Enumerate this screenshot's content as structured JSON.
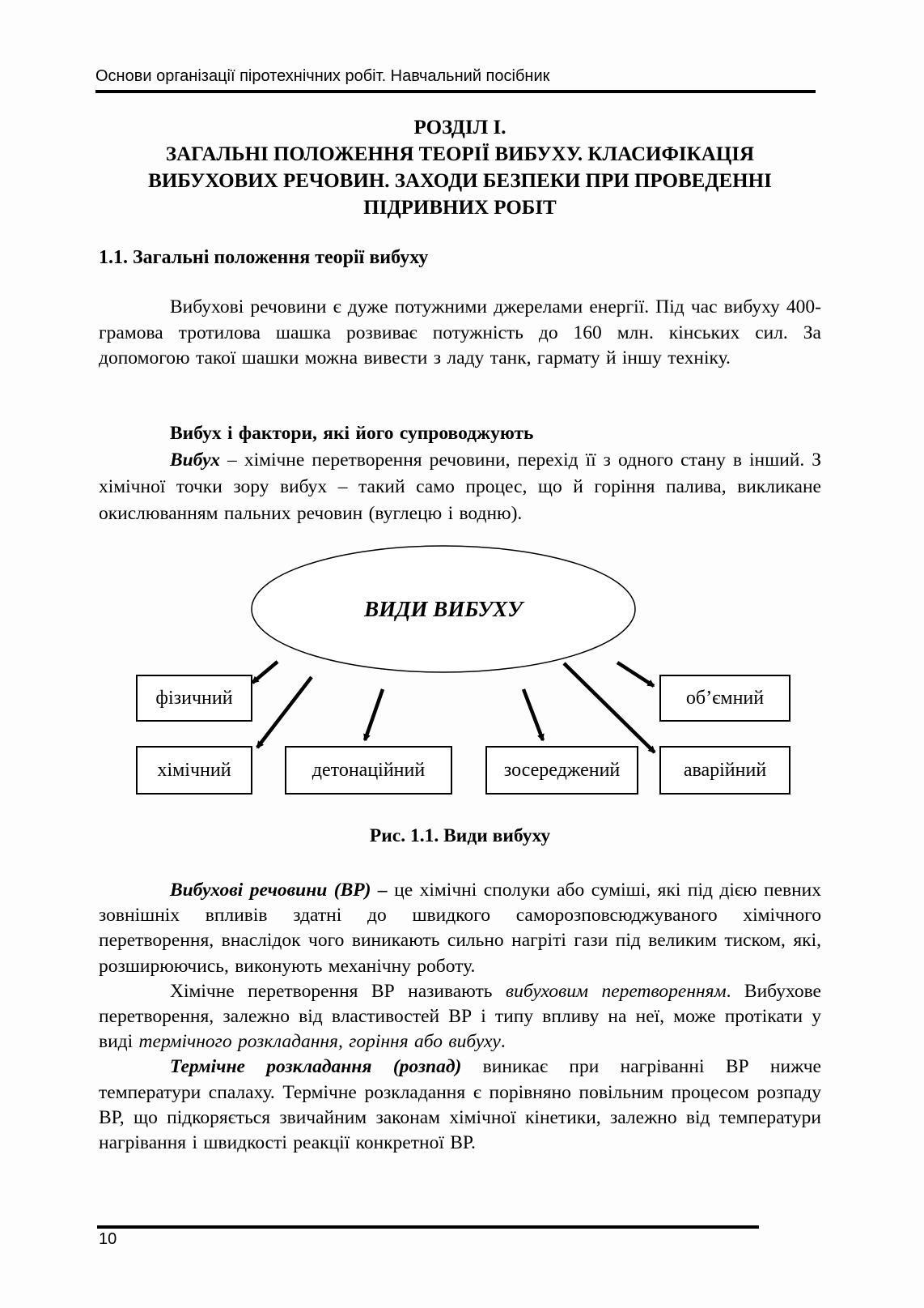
{
  "header": {
    "text": "Основи організації піротехнічних робіт. Навчальний посібник"
  },
  "chapter": {
    "title_line1": "РОЗДІЛ І.",
    "title_rest": "ЗАГАЛЬНІ ПОЛОЖЕННЯ ТЕОРІЇ ВИБУХУ. КЛАСИФІКАЦІЯ ВИБУХОВИХ РЕЧОВИН. ЗАХОДИ БЕЗПЕКИ ПРИ ПРОВЕДЕННІ ПІДРИВНИХ РОБІТ",
    "section_heading": "1.1. Загальні положення теорії вибуху"
  },
  "content": {
    "p1": "Вибухові речовини є дуже потужними джерелами енергії. Під час вибуху 400-грамова тротилова шашка розвиває потужність до 160 млн. кінських сил. За допомогою такої шашки можна вивести з ладу танк, гармату й іншу техніку.",
    "subheading": "Вибух і фактори, які його супроводжують",
    "p2_lead": "Вибух",
    "p2_rest": " – хімічне перетворення речовини, перехід її з одного стану в інший. З хімічної точки зору вибух – такий само процес, що й горіння палива, викликане окислюванням пальних речовин (вуглецю і водню).",
    "p3_lead": "Вибухові речовини (ВР) –",
    "p3_rest": " це хімічні сполуки або суміші, які під дією певних зовнішніх впливів здатні до швидкого саморозповсюджуваного хімічного перетворення, внаслідок чого виникають сильно нагріті гази під великим тиском, які, розширюючись, виконують механічну роботу.",
    "p4_s1": "Хімічне перетворення ВР називають ",
    "p4_i1": "вибуховим перетворенням",
    "p4_s2": ". Вибухове перетворення, залежно від властивостей ВР і типу впливу на неї, може протікати у виді ",
    "p4_i2": "термічного розкладання, горіння або вибуху",
    "p4_s3": ".",
    "p5_lead": "Термічне розкладання (розпад)",
    "p5_rest": " виникає при нагріванні ВР нижче температури спалаху. Термічне розкладання є порівняно повільним процесом розпаду ВР, що підкоряється звичайним законам хімічної кінетики, залежно від температури нагрівання і швидкості реакції конкретної ВР."
  },
  "figure": {
    "ellipse_label": "ВИДИ ВИБУХУ",
    "boxes": [
      {
        "label": "фізичний"
      },
      {
        "label": "об’ємний"
      },
      {
        "label": "хімічний"
      },
      {
        "label": "детонаційний"
      },
      {
        "label": "зосереджений"
      },
      {
        "label": "аварійний"
      }
    ],
    "caption": "Рис. 1.1. Види вибуху"
  },
  "footer": {
    "page_number": "10"
  }
}
